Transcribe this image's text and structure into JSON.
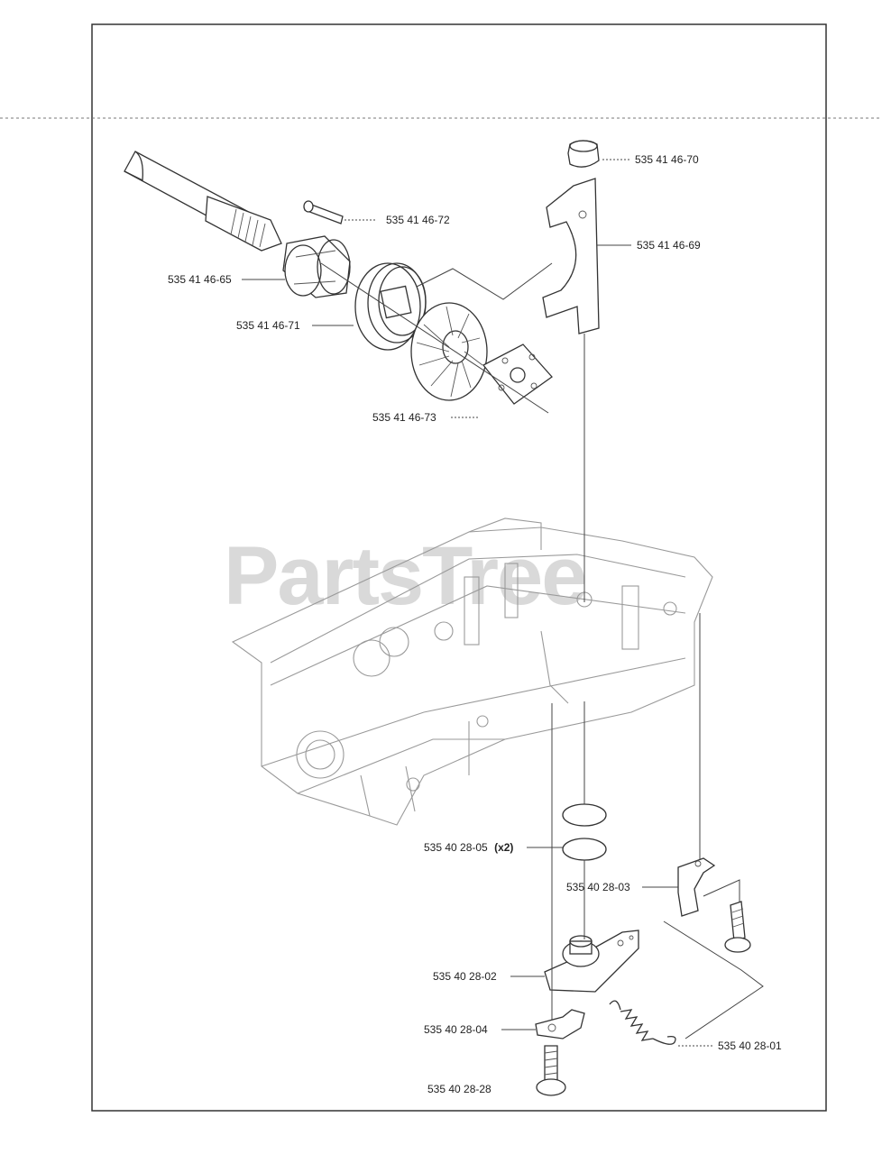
{
  "watermark": "PartsTree",
  "parts": {
    "cap": "535 41 46-70",
    "pin": "535 41 46-72",
    "shift_fork": "535 41 46-69",
    "bushing": "535 41 46-65",
    "pulley": "535 41 46-71",
    "plate": "535 41 46-73",
    "o_ring": "535 40 28-05",
    "o_ring_qty": "(x2)",
    "bracket": "535 40 28-03",
    "lever": "535 40 28-02",
    "lock_plate": "535 40 28-04",
    "spring": "535 40 28-01",
    "bolt": "535 40 28-28"
  }
}
